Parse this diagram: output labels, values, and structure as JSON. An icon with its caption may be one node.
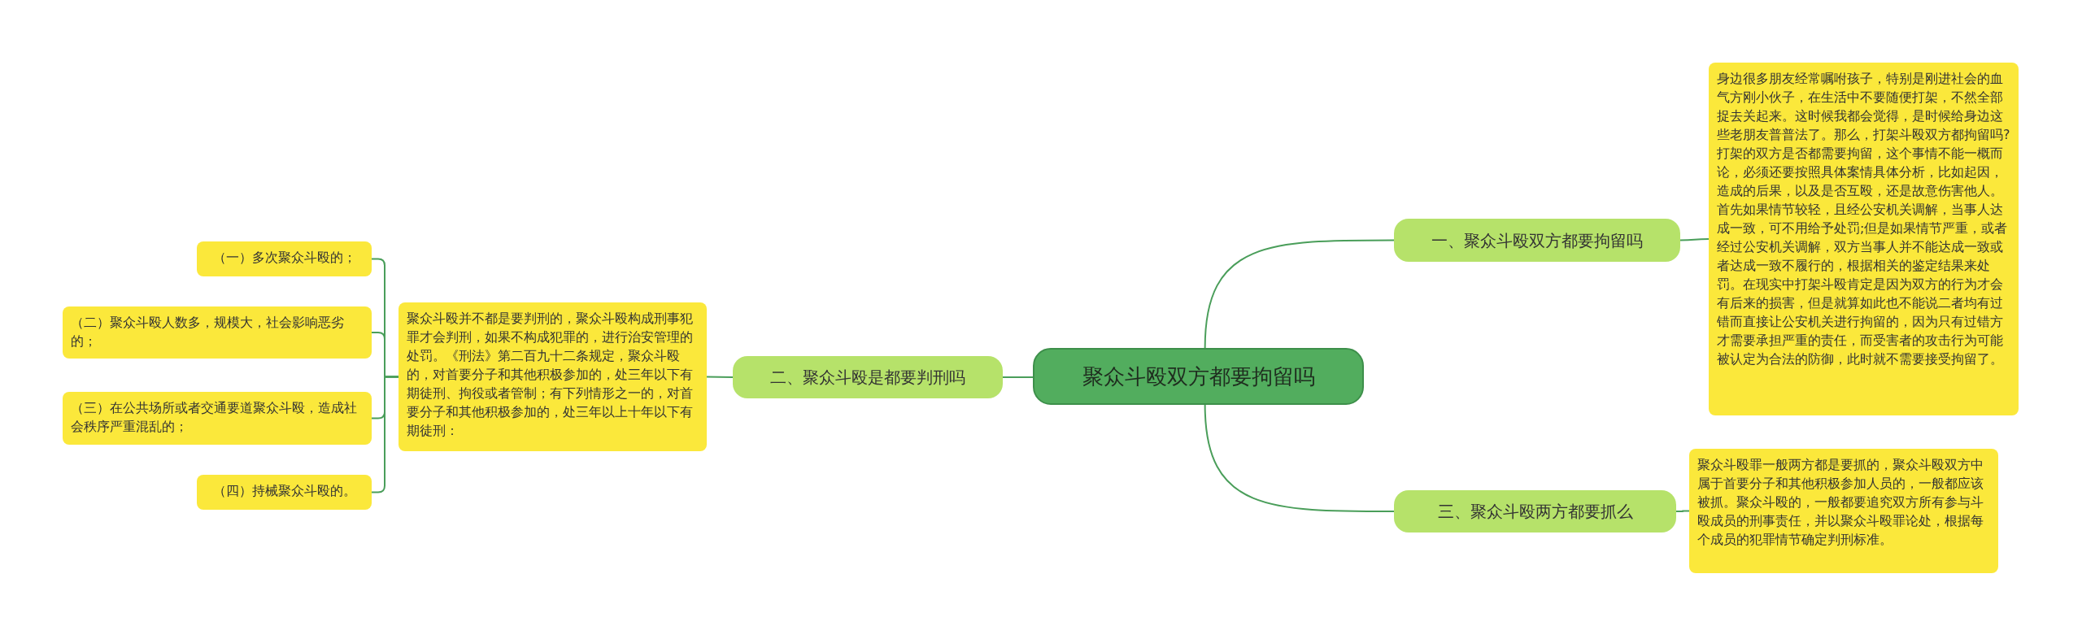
{
  "diagram": {
    "nodes": [
      {
        "text": [
          "聚众斗殴双方都要拘留吗"
        ]
      },
      {
        "text": [
          "一、聚众斗殴双方都要拘留吗"
        ]
      },
      {
        "text": [
          "身边很多朋友经常嘱咐孩子，特别是刚进社会的血气方刚小伙子，在生活中不要随便打架，不然全部捉去关起来。这时候我都会觉得，是时候给身边这些老朋友普普法了。那么，打架斗殴双方都拘留吗?打架的双方是否都需要拘留，这个事情不能一概而论，必须还要按照具体案情具体分析，比如起因，造成的后果，以及是否互殴，还是故意伤害他人。首先如果情节较轻，且经公安机关调解，当事人达成一致，可不用给予处罚;但是如果情节严重，或者经过公安机关调解，双方当事人并不能达成一致或者达成一致不履行的，根据相关的鉴定结果来处罚。在现实中打架斗殴肯定是因为双方的行为才会有后来的损害，但是就算如此也不能说二者均有过错而直接让公安机关进行拘留的，因为只有过错方才需要承担严重的责任，而受害者的攻击行为可能被认定为合法的防御，此时就不需要接受拘留了。"
        ]
      },
      {
        "text": [
          "二、聚众斗殴是都要判刑吗"
        ]
      },
      {
        "text": [
          "聚众斗殴并不都是要判刑的，聚众斗殴构成刑事犯罪才会判刑，如果不构成犯罪的，进行治安管理的处罚。《刑法》第二百九十二条规定，聚众斗殴的，对首要分子和其他积极参加的，处三年以下有期徒刑、拘役或者管制；有下列情形之一的，对首要分子和其他积极参加的，处三年以上十年以下有期徒刑："
        ]
      },
      {
        "text": [
          "（一）多次聚众斗殴的；"
        ]
      },
      {
        "text": [
          "（二）聚众斗殴人数多，规模大，社会影响恶劣的；"
        ]
      },
      {
        "text": [
          "（三）在公共场所或者交通要道聚众斗殴，造成社会秩序严重混乱的；"
        ]
      },
      {
        "text": [
          "（四）持械聚众斗殴的。"
        ]
      },
      {
        "text": [
          "三、聚众斗殴两方都要抓么"
        ]
      },
      {
        "text": [
          "聚众斗殴罪一般两方都是要抓的，聚众斗殴双方中属于首要分子和其他积极参加人员的，一般都应该被抓。聚众斗殴的，一般都要追究双方所有参与斗殴成员的刑事责任，并以聚众斗殴罪论处，根据每个成员的犯罪情节确定判刑标准。"
        ]
      }
    ],
    "edges": [
      {
        "from": 0,
        "to": 1,
        "arrow": "none"
      },
      {
        "from": 1,
        "to": 2,
        "arrow": "none"
      },
      {
        "from": 0,
        "to": 3,
        "arrow": "none"
      },
      {
        "from": 3,
        "to": 4,
        "arrow": "none"
      },
      {
        "from": 4,
        "to": 5,
        "arrow": "none"
      },
      {
        "from": 4,
        "to": 6,
        "arrow": "none"
      },
      {
        "from": 4,
        "to": 7,
        "arrow": "none"
      },
      {
        "from": 4,
        "to": 8,
        "arrow": "none"
      },
      {
        "from": 0,
        "to": 9,
        "arrow": "none"
      },
      {
        "from": 9,
        "to": 10,
        "arrow": "none"
      }
    ]
  }
}
